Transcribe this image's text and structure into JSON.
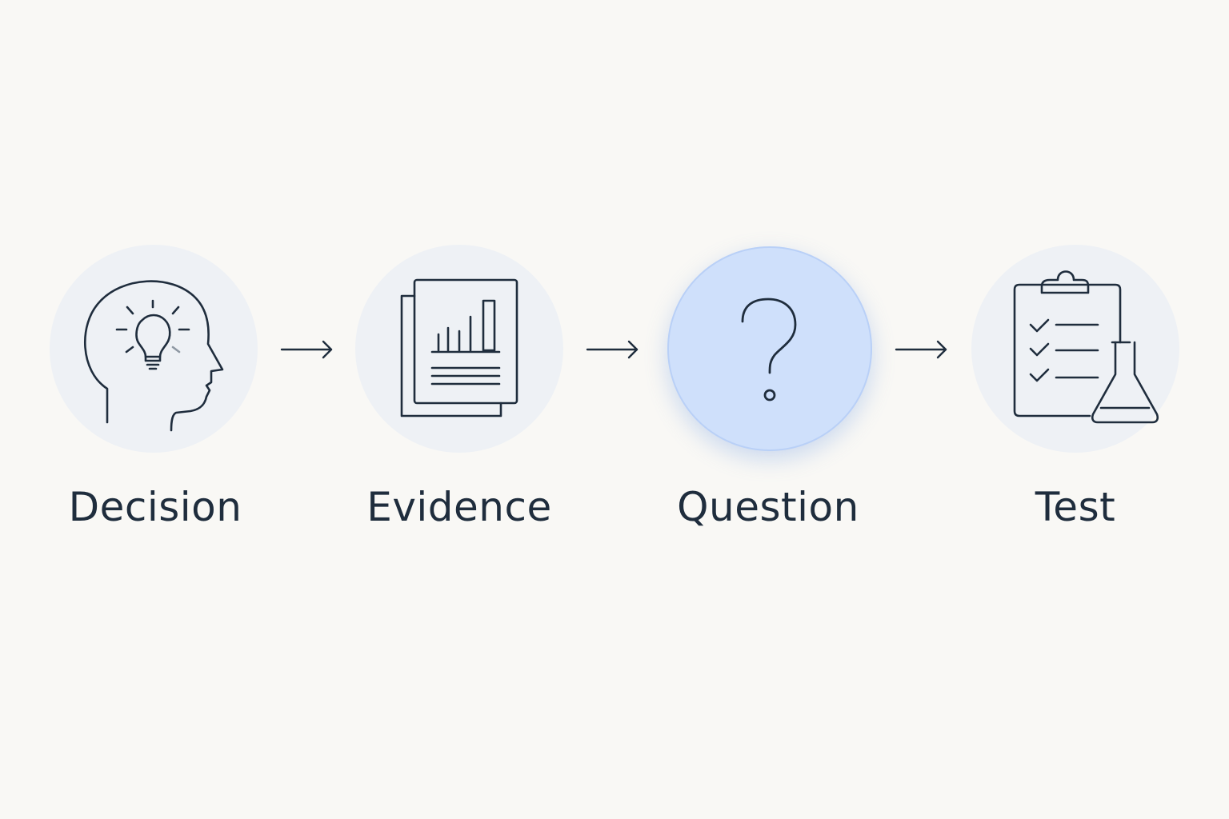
{
  "steps": [
    {
      "label": "Decision",
      "icon": "head-lightbulb-icon"
    },
    {
      "label": "Evidence",
      "icon": "document-chart-icon"
    },
    {
      "label": "Question",
      "icon": "question-mark-icon",
      "active": true
    },
    {
      "label": "Test",
      "icon": "clipboard-flask-icon"
    }
  ],
  "colors": {
    "background": "#f9f8f5",
    "circle": "#eef1f5",
    "active_circle": "#cfe0fb",
    "stroke": "#1f2d3d"
  }
}
